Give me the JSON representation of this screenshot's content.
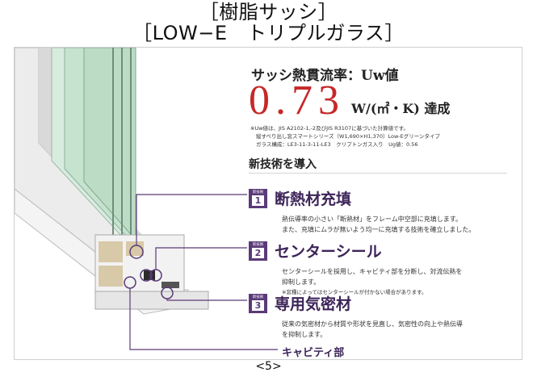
{
  "title": {
    "line1": "［樹脂サッシ］",
    "line2": "［LOW−E　トリプルガラス］"
  },
  "performance": {
    "label": "サッシ熱貫流率：Uw値",
    "value": "0.73",
    "unit": "W/(㎡・K) 達成",
    "notes": [
      "※Uw値は、JIS A2102-1,-2及びJIS R3107に基づいた計算値です。",
      "縦すべり出し窓スマートシリーズ（W1,690×H1,370）Low-Eグリーンタイプ",
      "ガラス構成：LE3-11-3-11-LE3　クリプトンガス入り　Ug値：0.56"
    ]
  },
  "intro": "新技術を導入",
  "features": [
    {
      "badge_label": "新技術",
      "number": "1",
      "title": "断熱材充填",
      "desc": [
        "熱伝導率の小さい「断熱材」をフレーム中空部に充填します。",
        "また、充填にムラが無いよう均一に充填する技術を確立しました。"
      ]
    },
    {
      "badge_label": "新技術",
      "number": "2",
      "title": "センターシール",
      "desc": [
        "センターシールを採用し、キャビティ部を分断し、対流伝熱を",
        "抑制します。"
      ],
      "note": "※窓種によってはセンターシールが付かない場合があります。"
    },
    {
      "badge_label": "新技術",
      "number": "3",
      "title": "専用気密材",
      "desc": [
        "従来の気密材から材質や形状を見直し、気密性の向上や熱伝導",
        "を抑制します。"
      ]
    }
  ],
  "cavity_label": "キャビティ部",
  "page_number": "<5>",
  "colors": {
    "accent_purple": "#5b3a78",
    "value_red": "#c62828",
    "glass_green": "#cfe6d6",
    "frame_white": "#f2f2f2",
    "insulation_tan": "#d8c9a8"
  }
}
